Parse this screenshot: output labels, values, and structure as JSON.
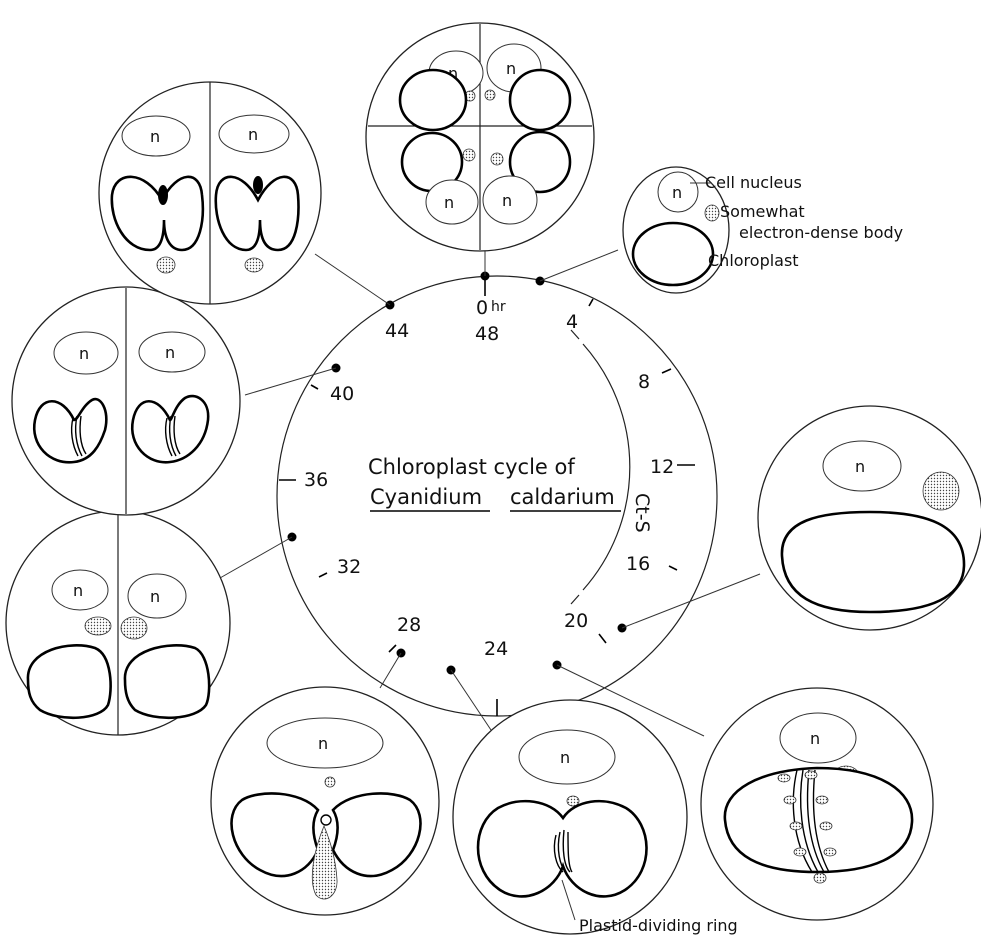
{
  "title_line1": "Chloroplast cycle of",
  "title_word1": "Cyanidium",
  "title_word2": "caldarium",
  "zero_label": "0",
  "hr_label": "hr",
  "top_label_48": "48",
  "hour_labels": [
    "4",
    "8",
    "12",
    "16",
    "20",
    "24",
    "28",
    "32",
    "36",
    "40",
    "44"
  ],
  "ct_s_label": "Ct-S",
  "nucleus_label": "n",
  "legend": {
    "cell_nucleus": "Cell nucleus",
    "dense_line1": "Somewhat",
    "dense_line2": "electron-dense body",
    "chloroplast": "Chloroplast"
  },
  "plastid_ring_label": "Plastid-dividing ring"
}
